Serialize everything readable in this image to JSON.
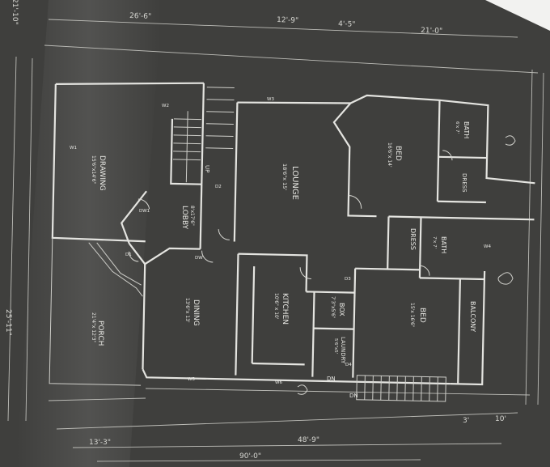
{
  "rooms": {
    "drawing": {
      "name": "DRAWING",
      "size": "15'6\"x14'6\""
    },
    "lounge": {
      "name": "LOUNGE",
      "size": "18'6\"x 15'"
    },
    "lobby": {
      "name": "LOBBY",
      "size": "8'x17'6\""
    },
    "dining": {
      "name": "DINING",
      "size": "13'6\"x 13'"
    },
    "kitchen": {
      "name": "KITCHEN",
      "size": "10'6\" x 10'"
    },
    "box": {
      "name": "BOX",
      "size": "7'3\"x5'6\""
    },
    "laundry": {
      "name": "LAUNDRY",
      "size": "5'6\"x5'"
    },
    "porch": {
      "name": "PORCH",
      "size": "21'4\"x 12'3\""
    },
    "bed1": {
      "name": "BED",
      "size": "16'6\"x 14'"
    },
    "bed2": {
      "name": "BED",
      "size": "15'x 16'6\""
    },
    "bath1": {
      "name": "BATH",
      "size": "6'x 7'"
    },
    "bath2": {
      "name": "BATH",
      "size": "7'x 7'"
    },
    "dress1": {
      "name": "DRESS"
    },
    "dress2": {
      "name": "DRESS"
    },
    "balcony": {
      "name": "BALCONY"
    },
    "up": {
      "name": "UP"
    },
    "dn1": {
      "name": "DN"
    },
    "dn2": {
      "name": "DN"
    }
  },
  "dimensions": {
    "top": [
      "26'-6\"",
      "12'-9\"",
      "4'-5\"",
      "21'-0\""
    ],
    "bottom": [
      "13'-3\"",
      "48'-9\"",
      "3'",
      "10'"
    ],
    "bottom_total": "90'-0\"",
    "left": [
      "21'-10\"",
      "25'-11\""
    ]
  },
  "doors": [
    "D1",
    "D2",
    "D3",
    "D4",
    "DW1",
    "DW"
  ],
  "windows": [
    "W1",
    "W2",
    "W3",
    "W4",
    "W5",
    "W6"
  ]
}
